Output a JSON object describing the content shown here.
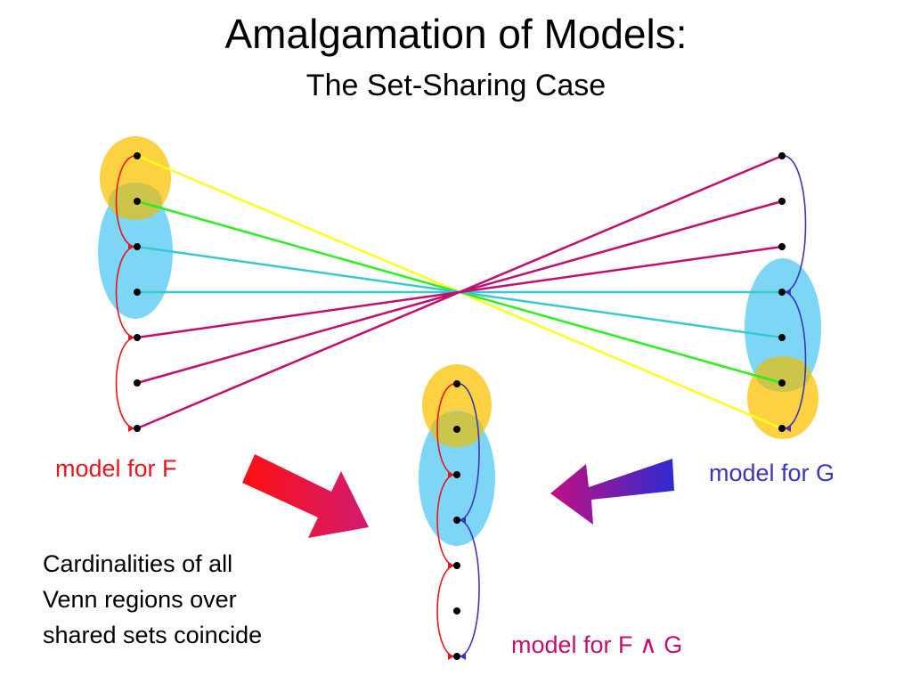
{
  "title": {
    "main": "Amalgamation of Models:",
    "sub": "The Set-Sharing Case"
  },
  "labels": {
    "model_f": "model for F",
    "model_g": "model for G",
    "model_fg": "model for F ∧ G"
  },
  "note": {
    "lines": [
      "Cardinalities of all",
      "Venn regions over",
      "shared sets coincide"
    ]
  },
  "colors": {
    "set_a_fill": "#fcd242",
    "set_b_fill": "#7dd6f6",
    "overlap_fill": "#ccc54c",
    "f_chain": "#e8161b",
    "g_chain": "#3a36b8",
    "meet_lines": "#c20f6f",
    "label_f": "#e8161b",
    "label_g": "#3a36b8",
    "label_fg": "#c20f6f",
    "yellow_line": "#ffff1a",
    "green_line": "#2cf01c",
    "cyan_line": "#3ac8cc",
    "arrow_f_start": "#ff1010",
    "arrow_f_end": "#d11a72",
    "arrow_g_start": "#c20f82",
    "arrow_g_end": "#2e2ad0"
  },
  "diagram": {
    "model_f_points": 7,
    "model_g_points": 7,
    "model_fg_points": 7,
    "crossing_lines": [
      {
        "from": 0,
        "to": 6,
        "color": "yellow"
      },
      {
        "from": 1,
        "to": 5,
        "color": "green"
      },
      {
        "from": 2,
        "to": 4,
        "color": "cyan"
      },
      {
        "from": 3,
        "to": 3,
        "color": "cyan"
      },
      {
        "from": 4,
        "to": 2,
        "color": "magenta"
      },
      {
        "from": 5,
        "to": 1,
        "color": "magenta"
      },
      {
        "from": 6,
        "to": 0,
        "color": "magenta"
      }
    ]
  }
}
